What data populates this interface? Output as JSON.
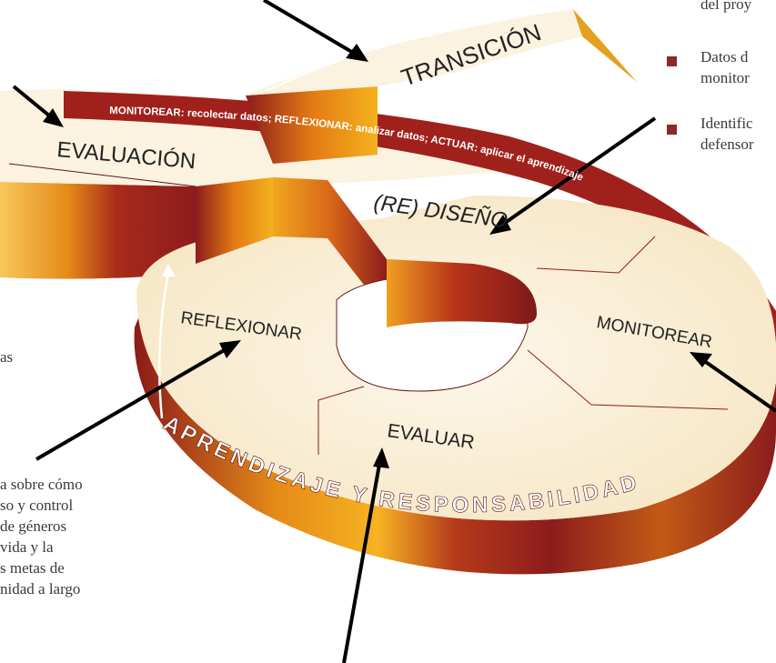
{
  "colors": {
    "dark_red": "#8c1c1c",
    "mid_red": "#a4241c",
    "orange": "#e07a12",
    "gold": "#f4b21e",
    "cream": "#fbf2df",
    "bullet": "#8c2a2a",
    "text": "#3a3a3a"
  },
  "labels": {
    "transicion": "TRANSICIÓN",
    "evaluacion": "EVALUACIÓN",
    "rediseno": "(RE) DISEÑO",
    "reflexionar": "REFLEXIONAR",
    "monitorear": "MONITOREAR",
    "evaluar": "EVALUAR",
    "ring": "APRENDIZAJE Y RESPONSABILIDAD"
  },
  "band": {
    "seg1_bold": "MONITOREAR:",
    "seg1_text": " recolectar datos; ",
    "seg2_bold": "REFLEXIONAR:",
    "seg2_text": " analizar datos; ",
    "seg3_bold": "ACTUAR:",
    "seg3_text": " aplicar el aprendizaje"
  },
  "right_text": {
    "line1": "del proy",
    "b1_line1": "Datos d",
    "b1_line2": "monitor",
    "b2_line1": "Identific",
    "b2_line2": "defensor"
  },
  "left_text": {
    "frag_as": "as",
    "lines": [
      "a sobre cómo",
      "so y control",
      "de géneros",
      "vida y la",
      "s metas de",
      "nidad a largo"
    ]
  }
}
